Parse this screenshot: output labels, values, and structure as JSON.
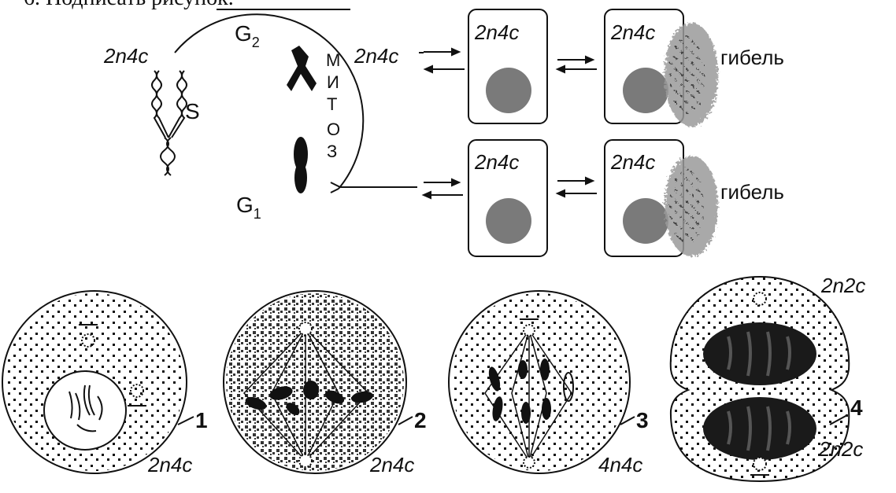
{
  "header": {
    "fragment_text": "6. Подписать рисунок."
  },
  "cycle": {
    "label_2n4c": "2n4c",
    "label_S": "S",
    "label_G2": "G",
    "label_G2_sub": "2",
    "label_G1": "G",
    "label_G1_sub": "1",
    "mitosis_letters": [
      "М",
      "И",
      "Т",
      "О",
      "З"
    ]
  },
  "differentiation": {
    "entry_label": "2n4c",
    "cells": [
      {
        "text": "2n4c"
      },
      {
        "text": "2n4c"
      },
      {
        "text": "2n4c"
      },
      {
        "text": "2n4c"
      }
    ],
    "death_labels": [
      "гибель",
      "гибель"
    ]
  },
  "mitosis_phases": [
    {
      "number": "1",
      "ploidy": "2n4c"
    },
    {
      "number": "2",
      "ploidy": "2n4c"
    },
    {
      "number": "3",
      "ploidy": "4n4c"
    },
    {
      "number": "4",
      "ploidy": "2n2c"
    }
  ],
  "telophase_extra_label": "2n2c",
  "colors": {
    "ink": "#111111",
    "nucleus_gray": "#7a7a7a",
    "death_blob": "#9a9a9a",
    "background": "#ffffff"
  }
}
